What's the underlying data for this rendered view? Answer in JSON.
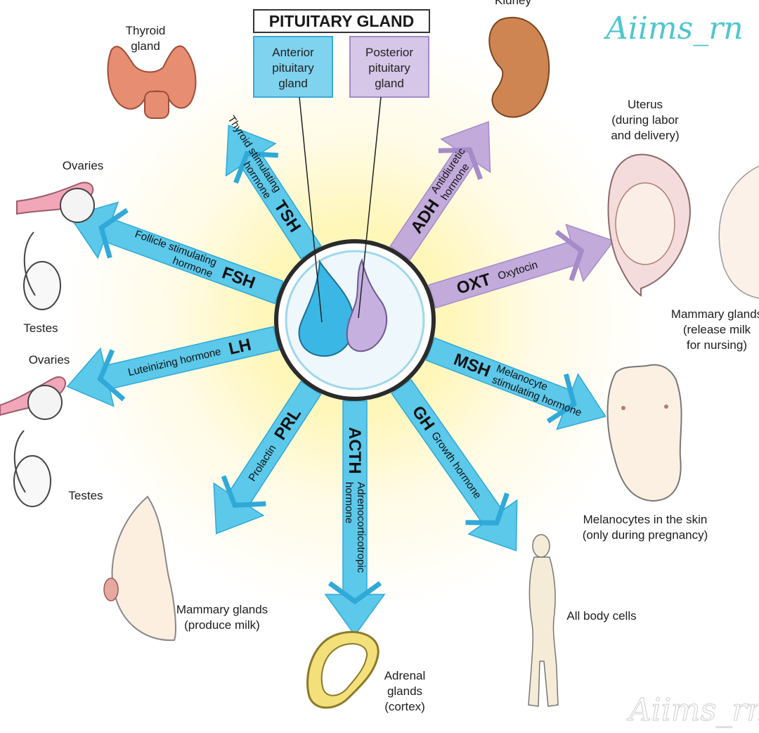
{
  "watermark": {
    "top": "Aiims_rn",
    "bottom": "Aiims_rn"
  },
  "header": {
    "title": "PITUITARY GLAND",
    "anterior": [
      "Anterior",
      "pituitary",
      "gland"
    ],
    "posterior": [
      "Posterior",
      "pituitary",
      "gland"
    ]
  },
  "colors": {
    "anterior": "#5cc8ea",
    "anterior_dark": "#2fa9d8",
    "posterior": "#c2aadb",
    "posterior_dark": "#a68bc9",
    "box_anterior": "#7fd3ef",
    "box_posterior": "#d6c6e8"
  },
  "hormones": [
    {
      "id": "tsh",
      "abbr": "TSH",
      "name": [
        "Thyroid stimulating",
        "hormone"
      ],
      "lobe": "anterior"
    },
    {
      "id": "fsh",
      "abbr": "FSH",
      "name": [
        "Follicle stimulating",
        "hormone"
      ],
      "lobe": "anterior"
    },
    {
      "id": "lh",
      "abbr": "LH",
      "name": [
        "Luteinizing hormone"
      ],
      "lobe": "anterior"
    },
    {
      "id": "prl",
      "abbr": "PRL",
      "name": [
        "Prolactin"
      ],
      "lobe": "anterior"
    },
    {
      "id": "acth",
      "abbr": "ACTH",
      "name": [
        "Adrenocorticotropic",
        "hormone"
      ],
      "lobe": "anterior"
    },
    {
      "id": "gh",
      "abbr": "GH",
      "name": [
        "Growth hormone"
      ],
      "lobe": "anterior"
    },
    {
      "id": "msh",
      "abbr": "MSH",
      "name": [
        "Melanocyte",
        "stimulating hormone"
      ],
      "lobe": "anterior"
    },
    {
      "id": "oxt",
      "abbr": "OXT",
      "name": [
        "Oxytocin"
      ],
      "lobe": "posterior"
    },
    {
      "id": "adh",
      "abbr": "ADH",
      "name": [
        "Antidiuretic",
        "hormone"
      ],
      "lobe": "posterior"
    }
  ],
  "targets": {
    "thyroid": [
      "Thyroid",
      "gland"
    ],
    "kidney": [
      "Kidney"
    ],
    "uterus": [
      "Uterus",
      "(during labor",
      "and delivery)"
    ],
    "mammary_release": [
      "Mammary glands",
      "(release milk",
      "for nursing)"
    ],
    "ovaries_top": [
      "Ovaries"
    ],
    "testes_top": [
      "Testes"
    ],
    "ovaries_bottom": [
      "Ovaries"
    ],
    "testes_bottom": [
      "Testes"
    ],
    "melanocytes": [
      "Melanocytes in the skin",
      "(only during pregnancy)"
    ],
    "mammary_produce": [
      "Mammary glands",
      "(produce milk)"
    ],
    "adrenal": [
      "Adrenal",
      "glands",
      "(cortex)"
    ],
    "body_cells": [
      "All body cells"
    ]
  }
}
